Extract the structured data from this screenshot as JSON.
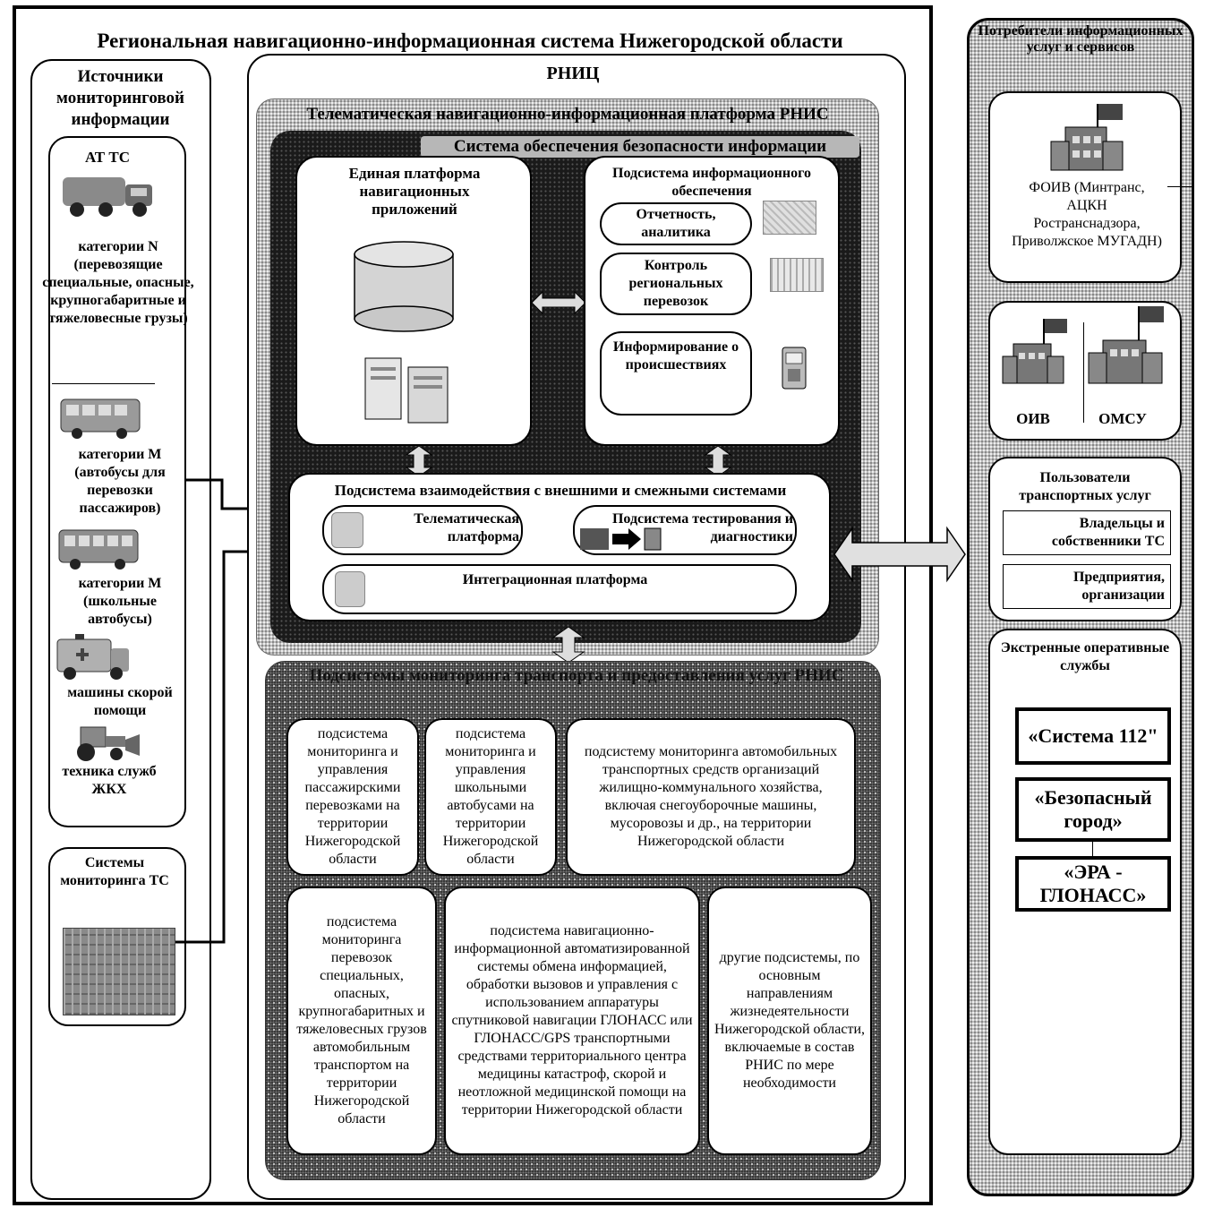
{
  "title": "Региональная навигационно-информационная система Нижегородской области",
  "sources": {
    "header": "Источники мониторинговой информации",
    "vehicles": {
      "at_ts": "АТ ТС",
      "cat_n": "категории N (перевозящие специальные, опасные, крупногабаритные и тяжеловесные грузы)",
      "cat_m_bus": "категории М (автобусы для перевозки пассажиров)",
      "cat_m_school": "категории М (школьные автобусы)",
      "ambulance": "машины скорой помощи",
      "zhkh": "техника служб ЖКХ"
    },
    "monitoring_systems": "Системы мониторинга ТС"
  },
  "rnic": {
    "title": "РНИЦ",
    "platform_title": "Телематическая навигационно-информационная платформа РНИС",
    "security_title": "Система обеспечения безопасности информации",
    "unified_platform": "Единая платформа навигационных приложений",
    "info_subsystem": {
      "title": "Подсистема информационного обеспечения",
      "items": [
        "Отчетность, аналитика",
        "Контроль региональных перевозок",
        "Информирование о происшествиях"
      ]
    },
    "interaction": {
      "title": "Подсистема взаимодействия с внешними и смежными системами",
      "telematic": "Телематическая платформа",
      "testing": "Подсистема тестирования и диагностики",
      "integration": "Интеграционная платформа"
    },
    "monitoring_title": "Подсистемы мониторинга транспорта и предоставления услуг РНИС",
    "subsystems": [
      "подсистема мониторинга и управления пассажирскими перевозками на территории Нижегородской области",
      "подсистема мониторинга и управления школьными автобусами на территории Нижегородской области",
      "подсистему мониторинга автомобильных транспортных средств организаций жилищно-коммунального хозяйства, включая снегоуборочные машины, мусоровозы и др., на территории Нижегородской области",
      "подсистема мониторинга перевозок специальных, опасных, крупногабаритных и тяжеловесных грузов автомобильным транспортом на территории Нижегородской области",
      "подсистема навигационно-информационной автоматизированной системы обмена информацией, обработки вызовов и управления с использованием аппаратуры спутниковой навигации ГЛОНАСС или ГЛОНАСС/GPS транспортными средствами территориального центра медицины катастроф, скорой и неотложной медицинской помощи на территории Нижегородской области",
      "другие подсистемы, по основным направлениям жизнедеятельности Нижегородской области, включаемые в состав РНИС по мере необходимости"
    ]
  },
  "consumers": {
    "header": "Потребители информационных услуг и сервисов",
    "foiv": "ФОИВ (Минтранс, АЦКН Ространснадзора, Приволжское МУГАДН)",
    "oiv": "ОИВ",
    "omsu": "ОМСУ",
    "users": {
      "title": "Пользователи транспортных услуг",
      "owners": "Владельцы и собственники ТС",
      "enterprises": "Предприятия, организации"
    },
    "emergency": {
      "title": "Экстренные оперативные службы",
      "system112": "«Система 112\"",
      "safe_city": "«Безопасный город»",
      "era": "«ЭРА - ГЛОНАСС»"
    }
  }
}
